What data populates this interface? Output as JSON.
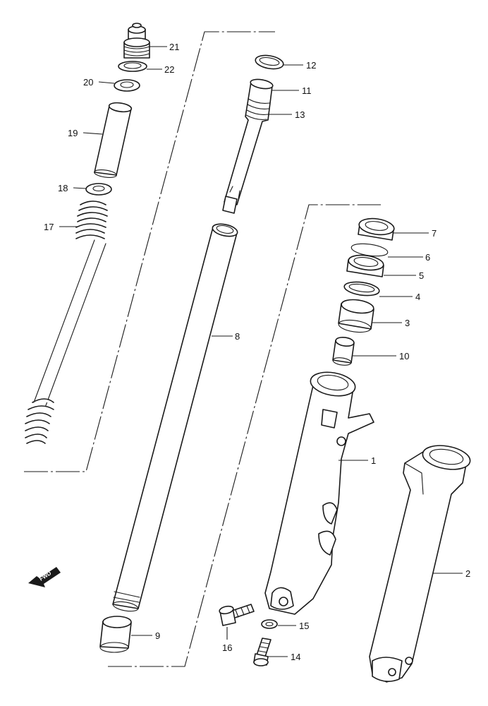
{
  "callouts": [
    {
      "id": "1",
      "text": "1"
    },
    {
      "id": "2",
      "text": "2"
    },
    {
      "id": "3",
      "text": "3"
    },
    {
      "id": "4",
      "text": "4"
    },
    {
      "id": "5",
      "text": "5"
    },
    {
      "id": "6",
      "text": "6"
    },
    {
      "id": "7",
      "text": "7"
    },
    {
      "id": "8",
      "text": "8"
    },
    {
      "id": "9",
      "text": "9"
    },
    {
      "id": "10",
      "text": "10"
    },
    {
      "id": "11",
      "text": "11"
    },
    {
      "id": "12",
      "text": "12"
    },
    {
      "id": "13",
      "text": "13"
    },
    {
      "id": "14",
      "text": "14"
    },
    {
      "id": "15",
      "text": "15"
    },
    {
      "id": "16",
      "text": "16"
    },
    {
      "id": "17",
      "text": "17"
    },
    {
      "id": "18",
      "text": "18"
    },
    {
      "id": "19",
      "text": "19"
    },
    {
      "id": "20",
      "text": "20"
    },
    {
      "id": "21",
      "text": "21"
    },
    {
      "id": "22",
      "text": "22"
    }
  ],
  "direction_arrow": {
    "text": "FWD",
    "icon": "forward-arrow-icon"
  }
}
